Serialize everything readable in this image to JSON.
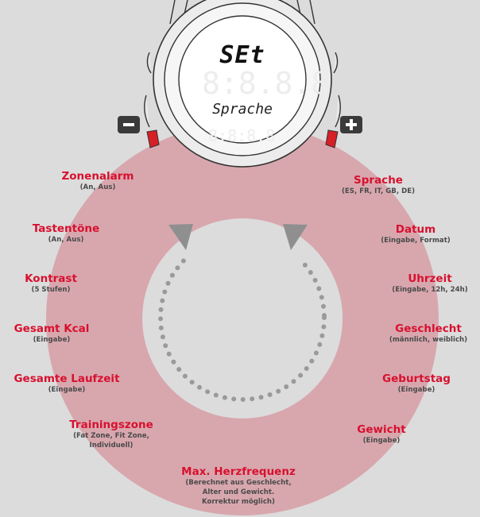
{
  "watch": {
    "display_top": "SEt",
    "display_bottom": "Sprache"
  },
  "buttons": {
    "minus_icon": "minus-icon",
    "plus_icon": "plus-icon"
  },
  "colors": {
    "ring": "#d8a7ae",
    "title": "#d8102e",
    "button_red": "#d71f26"
  },
  "menu": {
    "left": [
      {
        "title": "Zonenalarm",
        "sub": [
          "(An, Aus)"
        ]
      },
      {
        "title": "Tastentöne",
        "sub": [
          "(An, Aus)"
        ]
      },
      {
        "title": "Kontrast",
        "sub": [
          "(5 Stufen)"
        ]
      },
      {
        "title": "Gesamt Kcal",
        "sub": [
          "(Eingabe)"
        ]
      },
      {
        "title": "Gesamte Laufzeit",
        "sub": [
          "(Eingabe)"
        ]
      },
      {
        "title": "Trainingszone",
        "sub": [
          "(Fat Zone, Fit Zone,",
          "Individuell)"
        ]
      }
    ],
    "bottom": {
      "title": "Max. Herzfrequenz",
      "sub": [
        "(Berechnet aus Geschlecht,",
        "Alter und Gewicht.",
        "Korrektur möglich)"
      ]
    },
    "right": [
      {
        "title": "Sprache",
        "sub": [
          "(ES, FR, IT, GB, DE)"
        ]
      },
      {
        "title": "Datum",
        "sub": [
          "(Eingabe, Format)"
        ]
      },
      {
        "title": "Uhrzeit",
        "sub": [
          "(Eingabe, 12h, 24h)"
        ]
      },
      {
        "title": "Geschlecht",
        "sub": [
          "(männlich, weiblich)"
        ]
      },
      {
        "title": "Geburtstag",
        "sub": [
          "(Eingabe)"
        ]
      },
      {
        "title": "Gewicht",
        "sub": [
          "(Eingabe)"
        ]
      }
    ]
  }
}
